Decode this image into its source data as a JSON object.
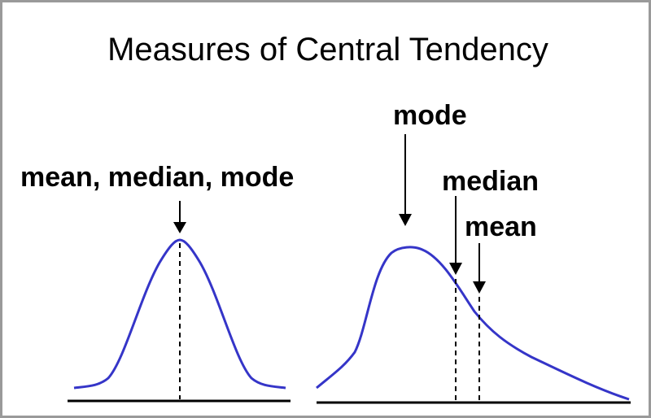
{
  "title": "Measures of Central Tendency",
  "labels": {
    "symmetric": "mean, median, mode",
    "mode": "mode",
    "median": "median",
    "mean": "mean"
  },
  "colors": {
    "curve": "#3535c8",
    "ink": "#000000",
    "frame": "#9a9a9a"
  }
}
